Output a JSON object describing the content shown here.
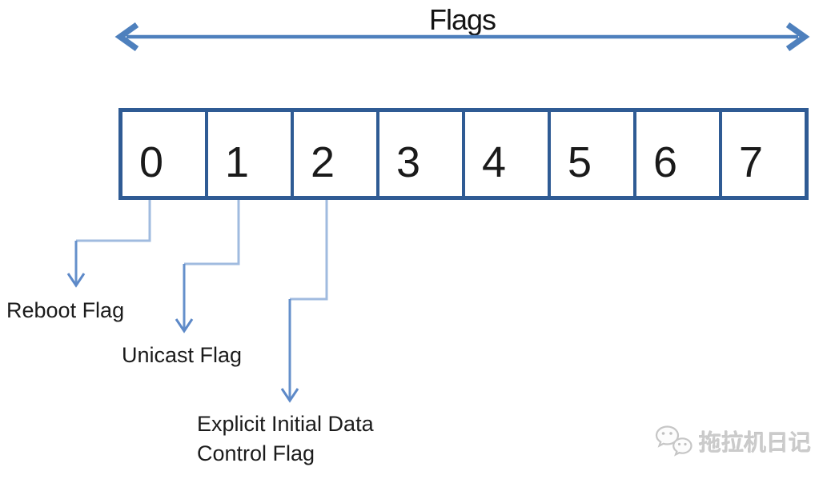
{
  "diagram": {
    "title": "Flags",
    "bits": [
      "0",
      "1",
      "2",
      "3",
      "4",
      "5",
      "6",
      "7"
    ],
    "annotations": [
      {
        "bit": "0",
        "label": "Reboot Flag"
      },
      {
        "bit": "1",
        "label": "Unicast Flag"
      },
      {
        "bit": "2",
        "label": "Explicit Initial Data Control Flag",
        "label_lines": [
          "Explicit Initial Data",
          "Control Flag"
        ]
      }
    ]
  },
  "watermark": {
    "icon": "wechat-icon",
    "text": "拖拉机日记"
  },
  "colors": {
    "box_border": "#2f5b94",
    "flags_arrow": "#4e80bd",
    "connector_light": "#a0bbdf",
    "connector_dark": "#6590cb",
    "label_text": "#1b1b1b",
    "watermark_gray": "#c9c9c9"
  }
}
